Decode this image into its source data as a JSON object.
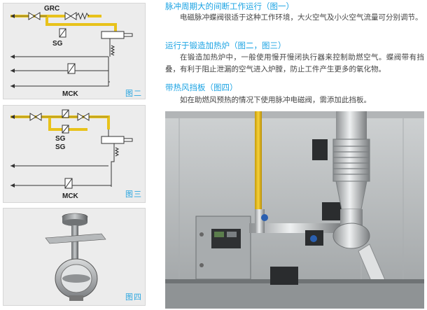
{
  "figures": {
    "fig2": {
      "label": "图二",
      "tags": [
        "GRC",
        "SG",
        "MCK"
      ]
    },
    "fig3": {
      "label": "图三",
      "tags": [
        "SG",
        "SG",
        "MCK"
      ]
    },
    "fig4": {
      "label": "图四"
    }
  },
  "sections": [
    {
      "heading": "脉冲周期大的间断工作运行（图一）",
      "body": "电磁脉冲蝶阀很适于这种工作环境，大火空气及小火空气流量可分别调节。"
    },
    {
      "heading": "运行于锻造加热炉（图二，图三）",
      "body": "在锻造加热炉中，一般使用慢开慢闭执行器来控制助燃空气。蝶阀带有挡叠，有利于阻止泄漏的空气进入炉膛，防止工件产生更多的氧化物。"
    },
    {
      "heading": "带热风挡板（图四）",
      "body": "如在助燃风预热的情况下使用脉冲电磁阀，需添加此挡板。"
    }
  ],
  "colors": {
    "accent": "#1ba3e3",
    "gas_pipe": "#e8c21a",
    "panel": "#ececec"
  }
}
